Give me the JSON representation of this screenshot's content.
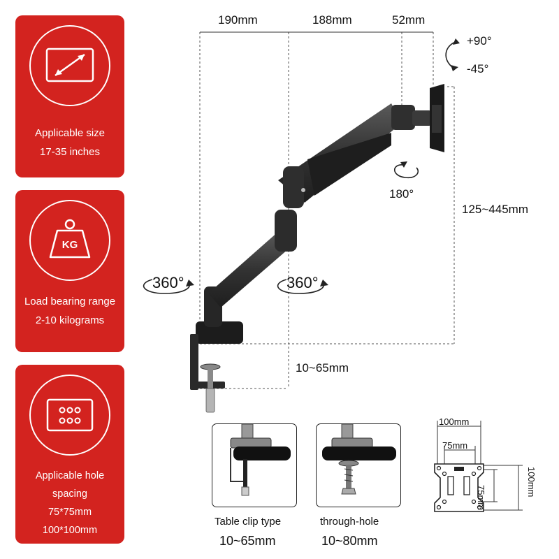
{
  "cards": [
    {
      "lines": [
        "Applicable size",
        "17-35 inches"
      ],
      "icon": "diagonal-size-icon"
    },
    {
      "lines": [
        "Load bearing range",
        "2-10 kilograms"
      ],
      "icon": "kg-weight-icon",
      "icon_text": "KG"
    },
    {
      "lines": [
        "Applicable hole",
        "spacing",
        "75*75mm",
        "100*100mm"
      ],
      "icon": "hole-pattern-icon"
    }
  ],
  "dimensions": {
    "width_1": "190mm",
    "width_2": "188mm",
    "width_3": "52mm",
    "height_range": "125~445mm",
    "clamp_range": "10~65mm"
  },
  "rotations": {
    "tilt_up": "+90°",
    "tilt_down": "-45°",
    "swivel": "180°",
    "base_rotation": "360°",
    "arm_rotation": "360°"
  },
  "mounts": [
    {
      "type": "Table clip type",
      "range": "10~65mm"
    },
    {
      "type": "through-hole",
      "range": "10~80mm"
    }
  ],
  "vesa": {
    "outer_width": "100mm",
    "inner_width": "75mm",
    "inner_height": "75mm",
    "outer_height": "100mm"
  },
  "colors": {
    "accent": "#d3231f",
    "arm": "#3a3a3a"
  }
}
